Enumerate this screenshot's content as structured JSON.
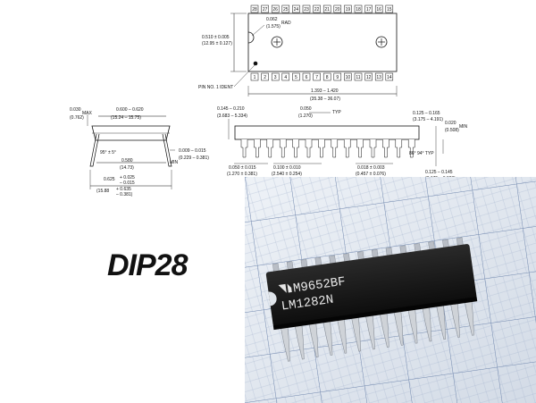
{
  "package_title": "DIP28",
  "chip": {
    "marking_line1": "M9652BF",
    "marking_line2": "LM1282N"
  },
  "top_view": {
    "pins_top": [
      "28",
      "27",
      "26",
      "25",
      "24",
      "23",
      "22",
      "21",
      "20",
      "19",
      "18",
      "17",
      "16",
      "15"
    ],
    "pins_bottom": [
      "1",
      "2",
      "3",
      "4",
      "5",
      "6",
      "7",
      "8",
      "9",
      "10",
      "11",
      "12",
      "13",
      "14"
    ],
    "rad_value": "0.062",
    "rad_metric": "(1.575)",
    "rad_label": "RAD",
    "width_value": "0.510 ± 0.005",
    "width_metric": "(12.95 ± 0.127)",
    "pin1_label": "PIN NO. 1 IDENT",
    "length_value": "1.393 – 1.420",
    "length_metric": "(35.38 – 36.07)"
  },
  "end_view": {
    "d1_value": "0.030",
    "d1_label": "MAX",
    "d1_metric": "(0.762)",
    "d2_value": "0.600 – 0.620",
    "d2_metric": "(15.24 – 15.75)",
    "angle": "95° ± 5°",
    "d3_value": "0.580",
    "d3_metric": "(14.73)",
    "d3_label": "MIN",
    "d4_value": "0.009 – 0.015",
    "d4_metric": "(0.229 – 0.381)",
    "d5_value": "0.625",
    "d5_tol_plus": "+ 0.025",
    "d5_tol_minus": "– 0.015",
    "d5_metric": "(15.88",
    "d5_metric_plus": "+ 0.635",
    "d5_metric_minus": "– 0.381)"
  },
  "side_view": {
    "h1_value": "0.145 – 0.210",
    "h1_metric": "(3.683 – 5.334)",
    "typ1_value": "0.050",
    "typ1_label": "TYP",
    "typ1_metric": "(1.270)",
    "h2_value": "0.125 – 0.165",
    "h2_metric": "(3.175 – 4.191)",
    "h3_value": "0.020",
    "h3_label": "MIN",
    "h3_metric": "(0.508)",
    "angle": "86° 94° TYP",
    "b1_value": "0.050 ± 0.015",
    "b1_metric": "(1.270 ± 0.381)",
    "b2_value": "0.100 ± 0.010",
    "b2_metric": "(2.540 ± 0.254)",
    "b3_value": "0.018 ± 0.003",
    "b3_metric": "(0.457 ± 0.076)",
    "b4_value": "0.125 – 0.145",
    "b4_metric": "(3.175 – 3.683)"
  },
  "colors": {
    "ink": "#111111",
    "grid_paper": "#dfe6ef",
    "grid_line": "#7f95b8",
    "chip_body": "#1a1a1a",
    "pin_metal": "#cfd3d8"
  }
}
